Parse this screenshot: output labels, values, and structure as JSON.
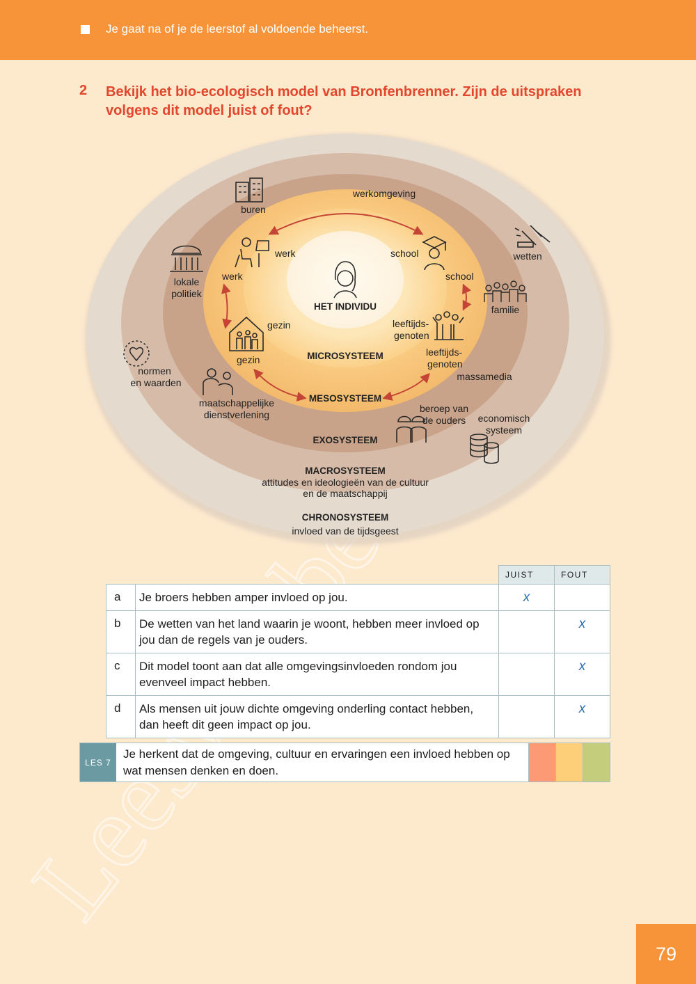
{
  "header": {
    "objective": "Je gaat na of je de leerstof al voldoende beheerst."
  },
  "question": {
    "number": "2",
    "text": "Bekijk het bio-ecologisch model van Bronfenbrenner. Zijn de uitspraken volgens dit model juist of fout?"
  },
  "diagram": {
    "center": "HET INDIVIDU",
    "systems": {
      "micro": "MICROSYSTEEM",
      "meso": "MESOSYSTEEM",
      "exo": "EXOSYSTEEM",
      "macro": "MACROSYSTEEM",
      "macro_sub1": "attitudes en ideologieën van de cultuur",
      "macro_sub2": "en de maatschappij",
      "chrono": "CHRONOSYSTEEM",
      "chrono_sub": "invloed van de tijdsgeest"
    },
    "labels": {
      "werkomgeving": "werkomgeving",
      "buren": "buren",
      "werk_icon": "werk",
      "werk_arrow": "werk",
      "school_icon": "school",
      "school_arrow": "school",
      "wetten": "wetten",
      "lokale_politiek1": "lokale",
      "lokale_politiek2": "politiek",
      "familie": "familie",
      "gezin_icon": "gezin",
      "gezin_arrow": "gezin",
      "leeftijd_a1": "leeftijds-",
      "leeftijd_a2": "genoten",
      "leeftijd_b1": "leeftijds-",
      "leeftijd_b2": "genoten",
      "normen1": "normen",
      "normen2": "en waarden",
      "massamedia": "massamedia",
      "maatsch1": "maatschappelijke",
      "maatsch2": "dienstverlening",
      "beroep1": "beroep van",
      "beroep2": "de ouders",
      "econ1": "economisch",
      "econ2": "systeem"
    },
    "icons": [
      "buildings-icon",
      "worker-at-desk-icon",
      "graduate-icon",
      "gavel-icon",
      "courthouse-icon",
      "crowd-icon",
      "house-family-icon",
      "friends-group-icon",
      "heart-circle-icon",
      "caregiver-icon",
      "workers-icon",
      "coins-stack-icon",
      "woman-portrait-icon"
    ],
    "colors": {
      "arrow": "#c44536"
    }
  },
  "table": {
    "headers": [
      "JUIST",
      "FOUT"
    ],
    "rows": [
      {
        "letter": "a",
        "statement": "Je broers hebben amper invloed op jou.",
        "juist": "x",
        "fout": ""
      },
      {
        "letter": "b",
        "statement": "De wetten van het land waarin je woont, hebben meer invloed op jou dan de regels van je ouders.",
        "juist": "",
        "fout": "x"
      },
      {
        "letter": "c",
        "statement": "Dit model toont aan dat alle omgevingsinvloeden rondom jou evenveel impact hebben.",
        "juist": "",
        "fout": "x"
      },
      {
        "letter": "d",
        "statement": "Als mensen uit jouw dichte omgeving onderling contact hebben, dan heeft dit geen impact op jou.",
        "juist": "",
        "fout": "x"
      }
    ]
  },
  "lesson": {
    "tag": "LES 7",
    "goal": "Je herkent dat de omgeving, cultuur en ervaringen een invloed hebben op wat mensen denken en doen.",
    "swatches": [
      "#fb9a74",
      "#fdcf78",
      "#c4cd7c"
    ]
  },
  "page_number": "79"
}
